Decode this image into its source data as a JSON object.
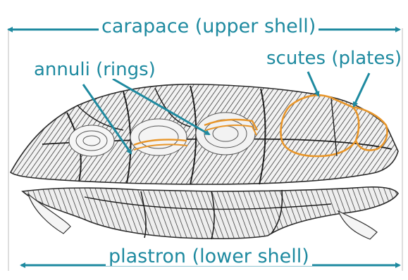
{
  "labels": {
    "carapace": "carapace (upper shell)",
    "annuli": "annuli (rings)",
    "scutes": "scutes (plates)",
    "plastron": "plastron (lower shell)"
  },
  "colors": {
    "label": "#1e8aa0",
    "highlight": "#e8962a",
    "ink": "#2a2a2a"
  },
  "icons": [
    "arrow-left-icon",
    "arrow-right-icon",
    "pointer-arrow-icon"
  ]
}
